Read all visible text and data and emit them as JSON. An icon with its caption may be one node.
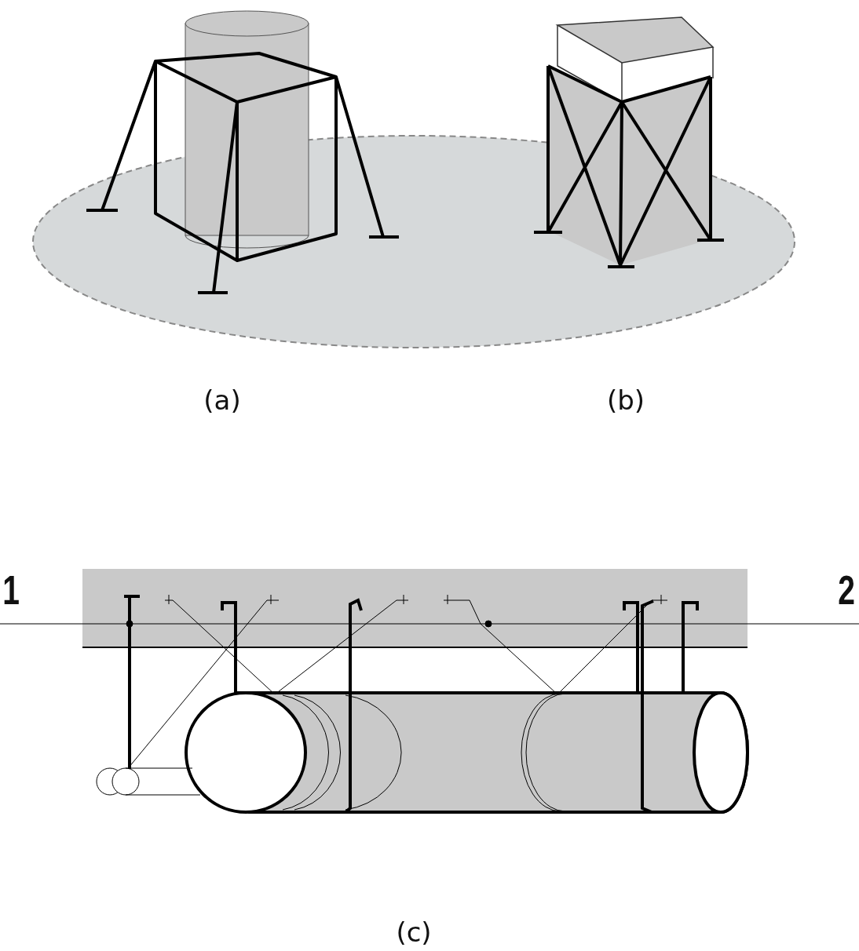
{
  "diagram": {
    "labels": [
      "(a)",
      "(b)",
      "1",
      "2",
      "(c)"
    ]
  }
}
